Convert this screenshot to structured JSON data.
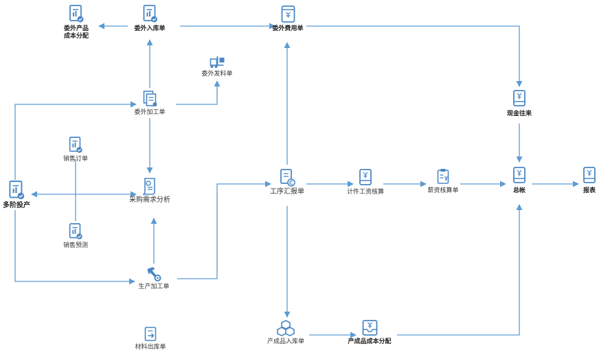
{
  "colors": {
    "line": "#5b9bd5",
    "icon": "#4a86c5"
  },
  "nodes": {
    "wwcpcbfp": {
      "line1": "委外产品",
      "line2": "成本分配",
      "icon": "report-doc-icon"
    },
    "wwrk": {
      "label": "委外入库单",
      "icon": "report-doc-icon"
    },
    "wwfyd": {
      "label": "委外费用单",
      "icon": "fee-doc-icon"
    },
    "wwfld": {
      "label": "委外发料单",
      "icon": "forklift-icon"
    },
    "wwjgd": {
      "label": "委外加工单",
      "icon": "process-doc-icon"
    },
    "xsdd": {
      "label": "销售订单",
      "icon": "report-doc-icon"
    },
    "djtc": {
      "label": "多阶投产",
      "icon": "report-doc-icon"
    },
    "cgxqfx": {
      "label": "采购需求分析",
      "icon": "scroll-doc-icon"
    },
    "xsyc": {
      "label": "销售预测",
      "icon": "report-doc-icon"
    },
    "scjgd": {
      "label": "生产加工单",
      "icon": "hammer-gear-icon"
    },
    "clckd": {
      "label": "材料出库单",
      "icon": "outbound-doc-icon"
    },
    "gxhbd": {
      "label": "工序汇报单",
      "icon": "process-report-icon"
    },
    "jjgzhs": {
      "label": "计件工资核算",
      "icon": "ledger-yen-icon"
    },
    "xzhsd": {
      "label": "薪资核算单",
      "icon": "clipboard-yen-icon"
    },
    "xjwl": {
      "label": "现金往来",
      "icon": "ledger-yen-icon"
    },
    "zz": {
      "label": "总帐",
      "icon": "ledger-yen-icon"
    },
    "bb": {
      "label": "报表",
      "icon": "ledger-yen-icon"
    },
    "cprkd": {
      "label": "产成品入库单",
      "icon": "cubes-icon"
    },
    "cpcbfp": {
      "label": "产成品成本分配",
      "icon": "inbox-yen-icon"
    }
  }
}
